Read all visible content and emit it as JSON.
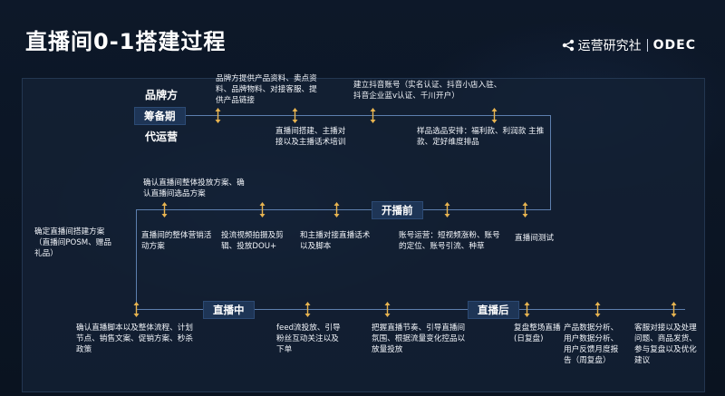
{
  "title": "直播间0-1搭建过程",
  "brand": {
    "name": "运营研究社",
    "partner": "ODEC"
  },
  "labels": {
    "brand_side": "品牌方",
    "prep_period": "筹备期",
    "agency_ops": "代运营",
    "pre_live": "开播前",
    "live": "直播中",
    "post_live": "直播后"
  },
  "steps": {
    "s1": "品牌方提供产品资料、卖点资料、品牌物料、对接客服、提供产品链接",
    "s2": "直播间搭建、主播对接以及主播话术培训",
    "s3": "建立抖音账号（实名认证、抖音小店入驻、抖音企业蓝v认证、千川开户）",
    "s4": "样品选品安排：福利款、利润款 主推款、定好维度排品",
    "s5": "确认直播间整体投放方案、确认直播间选品方案",
    "s6": "直播间的整体营销活动方案",
    "s7": "投流视频拍摄及剪辑、投放DOU+",
    "s8": "和主播对接直播话术以及脚本",
    "s9": "账号运营：短视频涨粉、账号的定位、账号引流、种草",
    "s10": "直播间测试",
    "s11": "确定直播间搭建方案（直播间POSM、赠品礼品）",
    "s12": "确认直播脚本以及整体流程、计划节点、销售文案、促销方案、秒杀政策",
    "s13": "feed流投放、引导粉丝互动关注以及下单",
    "s14": "把握直播节奏、引导直播间氛围、根据流量变化控品以放量投放",
    "s15": "复盘整场直播(日复盘)",
    "s16": "产品数据分析、用户数据分析、用户反馈月度报告（周复盘）",
    "s17": "客服对接以及处理问题、商品发货、参与复盘以及优化建议"
  },
  "colors": {
    "background": "#0b1422",
    "panel": "#14213a",
    "line": "#5d7fae",
    "arrow": "#e8b450",
    "label_bg": "#1e3556"
  }
}
